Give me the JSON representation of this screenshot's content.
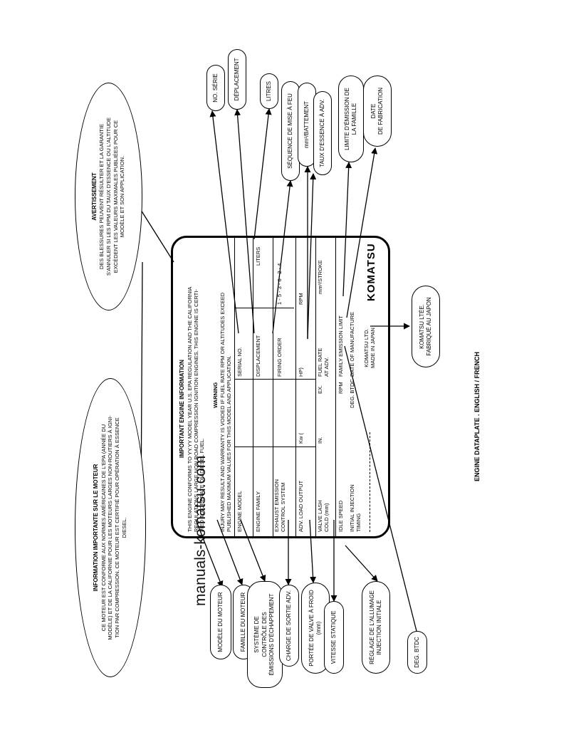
{
  "caption": "ENGINE DATAPLATE . ENGLISH / FRENCH",
  "watermark": "manuals-komatsu.com",
  "french_info": {
    "title": "INFORMATION IMPORTANTE SUR LE MOTEUR",
    "body": "CE MOTEUR EST CONFORME AUX NORMES AMÉRICAINES DE L'EPA (ANNÉE DU\nMODÈLE) ET DE LA CALIFORNIE POUR LES MOTEURS LARGES NON-ROUTIERS À IGNI-\nTION PAR COMPRESSION. CE MOTEUR EST CERTIFIÉ POUR OPÉRATION À ESSENCE\nDIESEL."
  },
  "french_warning": {
    "title": "AVERTISSEMENT",
    "body": "DES BLESSURES PEUVENT RÉSULTER ET LA GARANTIE\nS'ANNULER SI LES RPM DU TAUX D'ESSENCE OU L'ALTITUDE\nEXCÈDENT LES VALEURS MAXIMALES PUBLIÉES POUR CE\nMODÈLE ET SON APPLICATION."
  },
  "plate": {
    "title": "IMPORTANT ENGINE INFORMATION",
    "conform": "THIS ENGINE CONFORMS TO YY.YY MODEL YEAR U.S. EPA REGULATION AND THE CALIFORNIA\nREGULATIONS LARGE NON ROAD COMPRESSION IGNITION ENGINES. THIS ENGINE IS CERTI-\nFIED TO OPERATE ON DIESEL FUEL.",
    "warning_title": "WARNING",
    "warning": "INJURY MAY RESULT AND WARRANTY IS VOIDED IF FUEL RATE RPM OR ALTITUDES EXCEED\nPUBLISHED MAXIMUM VALUES FOR THIS MODEL AND APPLICATION.",
    "engine_model": "ENGINE MODEL",
    "serial_no": "SERIAL NO.",
    "engine_family": "ENGINE FAMILY",
    "displacement": "DISPLACEMENT",
    "liters": "LITERS",
    "exhaust": "EXHAUST EMISSION\nCONTROL SYSTEM",
    "firing_order": "FIRING ORDER",
    "firing_value": "1 - 5 - 3 - 6 - 2 - 4",
    "adv_load": "ADV. LOAD OUTPUT",
    "kw": "Kw  (",
    "hp": "HP)",
    "rpm": "RPM",
    "valve_lash": "VALVE LASH\nCOLD (mm)",
    "in": "IN.",
    "ex": "EX.",
    "fuel_rate": "FUEL RATE\nAT ADV.",
    "mm3": "mm³/STROKE",
    "idle_speed": "IDLE SPEED",
    "rpm2": "RPM",
    "family_limit": "FAMILY EMISSION LIMIT",
    "initial_inj": "INITIAL INJECTION\nTIMING",
    "deg_btdc": "DEG. BTDC",
    "date_mfg": "DATE OF MANUFACTURE",
    "company": "KOMATSU LTD.\nMADE IN JAPAN",
    "logo": "KOMATSU"
  },
  "left_labels": [
    "MODÈLE DU MOTEUR",
    "FAMILLE DU MOTEUR",
    "SYSTÈME DE\nCONTRÔLE DES\nÉMISSIONS D'ÉCHAPPEMENT",
    "CHARGE DE SORTIE ADV.",
    "PORTÉE DE VALVE À FROID\n(mm)",
    "VITESSE STATIQUE",
    "RÉGLAGE DE L'ALLUMAGE\nINJECTION INITIALE",
    "DEG. BTDC"
  ],
  "right_labels": [
    "NO. SÉRIE",
    "DÉPLACEMENT",
    "LITRES",
    "SÉQUENCE DE MISE À FEU",
    "mm³/BATTEMENT",
    "TAUX D'ESSENCE À ADV.",
    "LIMITE D'ÉMISSION DE\nLA FAMILLE",
    "DATE\nDE FABRICATION"
  ],
  "bottom_label": "KOMATSU LTÉE.\nFABRIQUÉ AU JAPON"
}
